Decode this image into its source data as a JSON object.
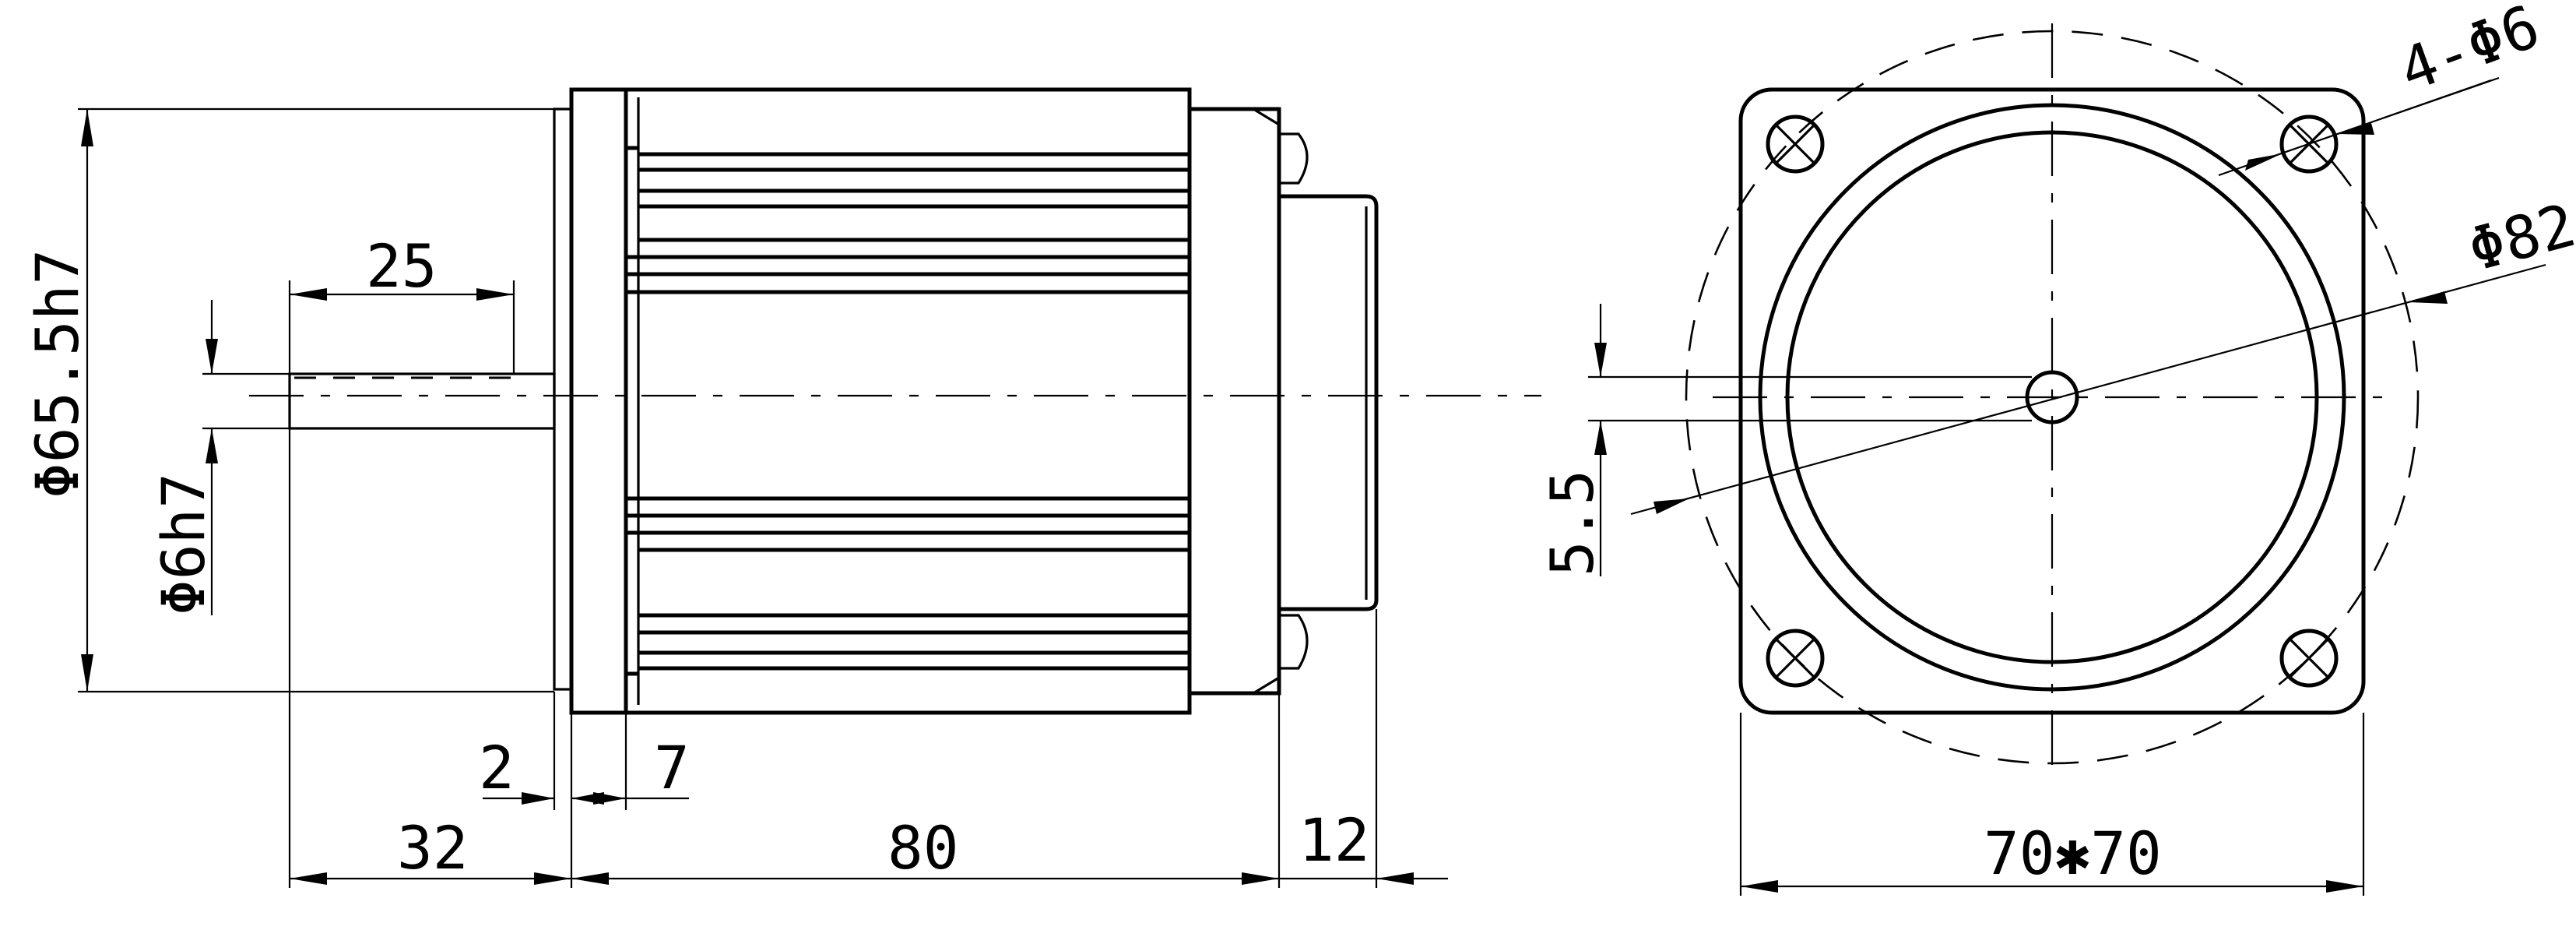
{
  "diagram": {
    "type": "engineering-drawing",
    "subject": "motor",
    "line_color": "#000000",
    "background_color": "#ffffff"
  },
  "dimensions": {
    "shaft_length": "25",
    "body_diameter": "Φ65.5h7",
    "shaft_diameter": "Φ6h7",
    "gap_2": "2",
    "gap_7": "7",
    "shaft_total": "32",
    "body_length": "80",
    "rear_length": "12",
    "holes": "4-Φ6",
    "bolt_circle": "Φ82",
    "flat": "5.5",
    "flange_size": "70✱70"
  }
}
